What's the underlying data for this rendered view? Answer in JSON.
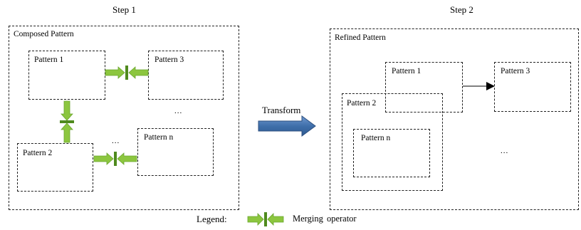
{
  "step1": {
    "title": "Step 1",
    "container_label": "Composed Pattern",
    "patterns": {
      "p1": "Pattern 1",
      "p2": "Pattern 2",
      "p3": "Pattern 3",
      "pn": "Pattern n"
    },
    "ellipsis_a": "...",
    "ellipsis_b": "..."
  },
  "step2": {
    "title": "Step 2",
    "container_label": "Refined Pattern",
    "patterns": {
      "p1": "Pattern 1",
      "p2": "Pattern 2",
      "p3": "Pattern 3",
      "pn": "Pattern n"
    },
    "ellipsis": "..."
  },
  "transform": {
    "label": "Transform"
  },
  "legend": {
    "label": "Legend:",
    "item_label": "Merging operator",
    "item_icon": "merging-operator-icon"
  },
  "colors": {
    "merge_green": "#8cc63f",
    "merge_dark": "#4f8a1e",
    "transform_blue": "#3f6faa"
  }
}
